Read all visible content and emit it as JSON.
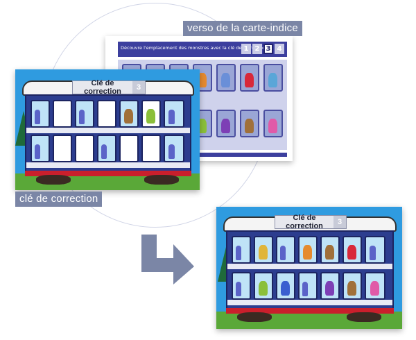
{
  "captions": {
    "back": "verso de la carte-indice",
    "key": "clé de correction"
  },
  "back_card": {
    "instruction": "Découvre l'emplacement des monstres avec la clé de correction",
    "numbers": [
      "1",
      "2",
      "3",
      "4"
    ],
    "active_number": "3"
  },
  "key_card": {
    "title": "Clé de correction",
    "number": "3"
  },
  "result_card": {
    "title": "Clé de correction",
    "number": "3"
  },
  "colors": {
    "sky": "#2f9be0",
    "train_body": "#2c3d8f",
    "caption_bg": "#7b86a6",
    "stripe_red": "#c91f2c",
    "grass": "#5aa838",
    "arrow": "#7b86a6"
  },
  "icons": [
    "arrow-down-right-icon",
    "monster-icon",
    "seat-icon",
    "tree-icon",
    "wheel-icon"
  ]
}
